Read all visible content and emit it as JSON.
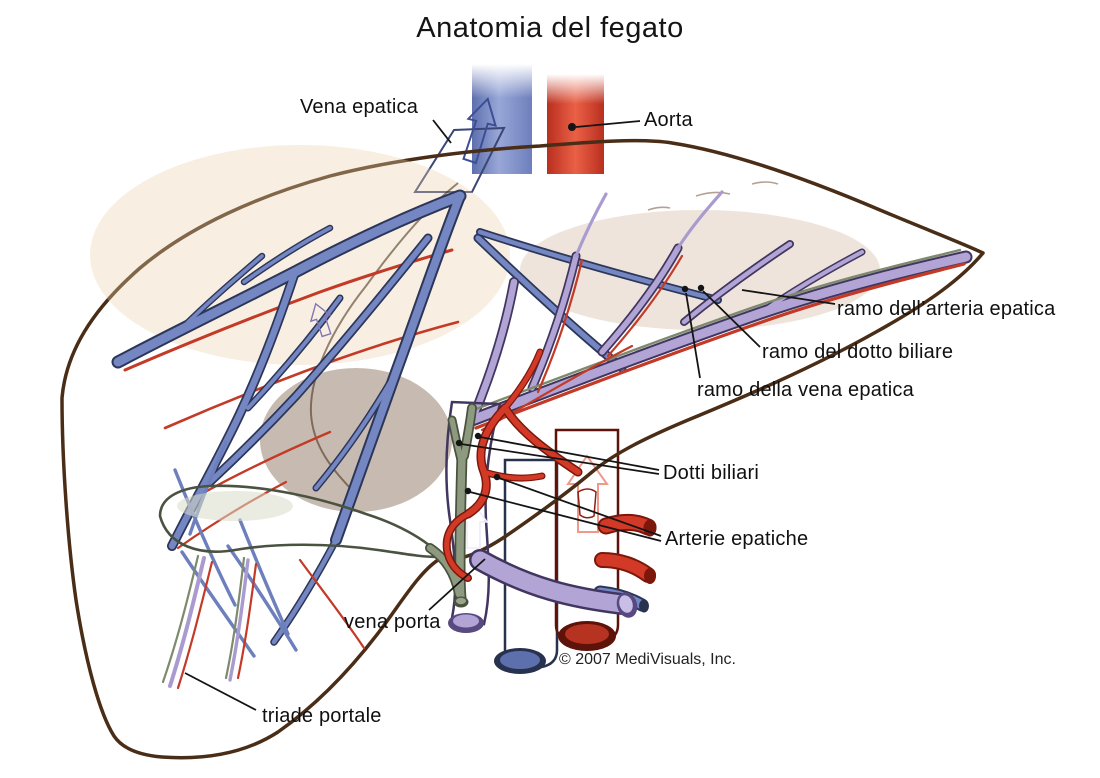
{
  "title": "Anatomia del fegato",
  "labels": {
    "vena_epatica": "Vena epatica",
    "aorta": "Aorta",
    "ramo_arteria": "ramo dell’arteria epatica",
    "ramo_dotto": "ramo del dotto biliare",
    "ramo_vena": "ramo della vena epatica",
    "dotti_biliari": "Dotti biliari",
    "arterie_epatiche": "Arterie epatiche",
    "vena_porta": "vena porta",
    "triade_portale": "triade portale"
  },
  "credit": "© 2007 MediVisuals, Inc.",
  "colors": {
    "liver_tan": "#d0a072",
    "liver_cut": "#bf8b59",
    "hepatic_vein_blue": "#7587c3",
    "aorta_red": "#d23a27",
    "portal_purple": "#b2a5d6",
    "bile_duct_green": "#8e9a80",
    "gallbladder_green": "#a3ac96",
    "label_text": "#101010"
  }
}
